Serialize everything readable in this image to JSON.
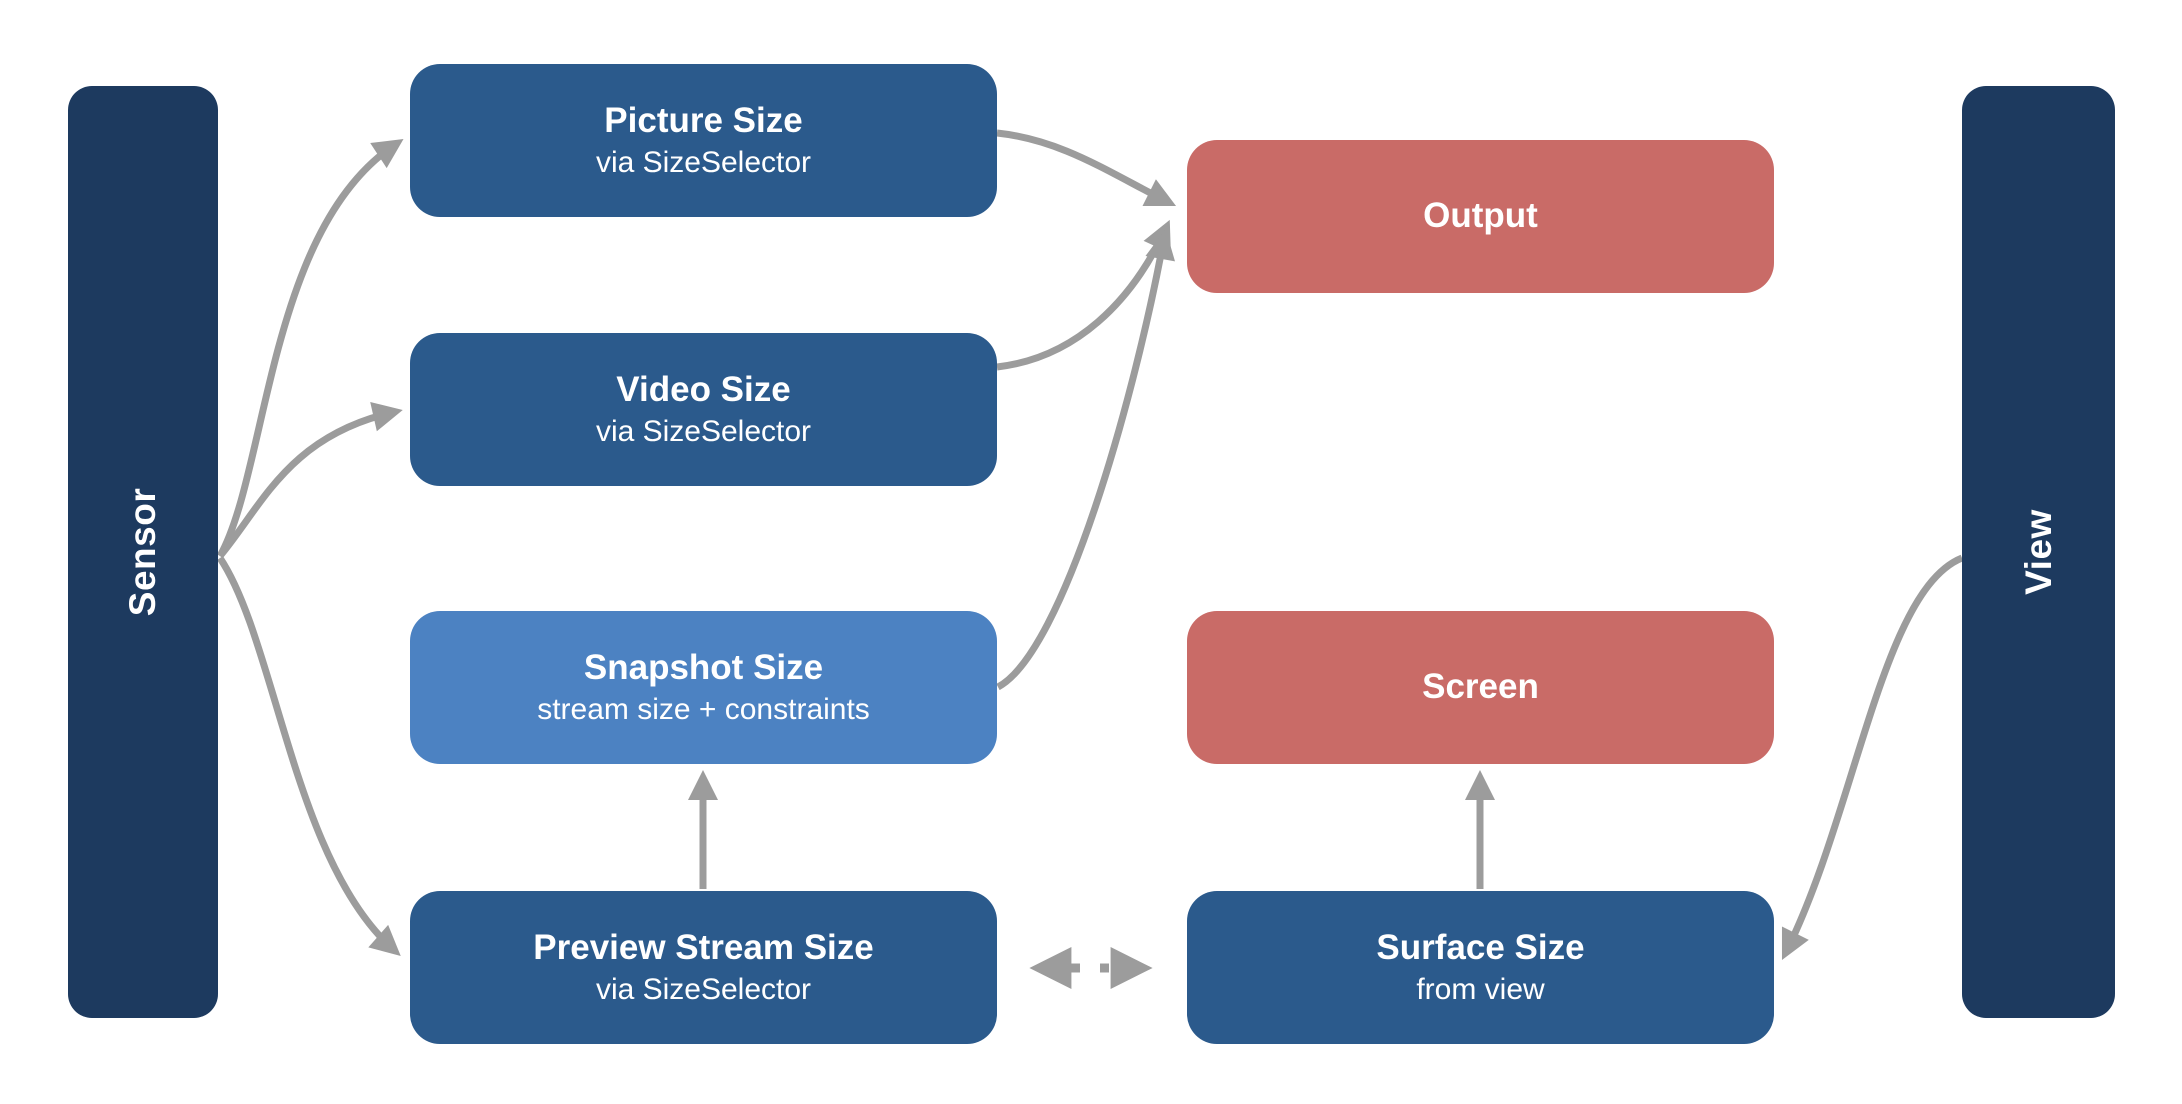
{
  "diagram": {
    "bars": {
      "sensor": {
        "label": "Sensor"
      },
      "view": {
        "label": "View"
      }
    },
    "nodes": {
      "picture_size": {
        "title": "Picture Size",
        "subtitle": "via SizeSelector"
      },
      "video_size": {
        "title": "Video Size",
        "subtitle": "via SizeSelector"
      },
      "snapshot_size": {
        "title": "Snapshot Size",
        "subtitle": "stream size + constraints"
      },
      "preview_stream_size": {
        "title": "Preview Stream Size",
        "subtitle": "via SizeSelector"
      },
      "output": {
        "title": "Output"
      },
      "screen": {
        "title": "Screen"
      },
      "surface_size": {
        "title": "Surface Size",
        "subtitle": "from view"
      }
    },
    "edges": [
      {
        "from": "sensor",
        "to": "picture_size",
        "style": "solid-curve"
      },
      {
        "from": "sensor",
        "to": "video_size",
        "style": "solid-curve"
      },
      {
        "from": "sensor",
        "to": "preview_stream_size",
        "style": "solid-curve"
      },
      {
        "from": "picture_size",
        "to": "output",
        "style": "solid-curve"
      },
      {
        "from": "video_size",
        "to": "output",
        "style": "solid-curve"
      },
      {
        "from": "snapshot_size",
        "to": "output",
        "style": "solid-curve"
      },
      {
        "from": "preview_stream_size",
        "to": "snapshot_size",
        "style": "solid-straight"
      },
      {
        "from": "surface_size",
        "to": "screen",
        "style": "solid-straight"
      },
      {
        "from": "preview_stream_size",
        "to": "surface_size",
        "style": "dotted-bidirectional"
      },
      {
        "from": "view",
        "to": "surface_size",
        "style": "solid-curve"
      }
    ],
    "colors": {
      "bar_navy": "#1d3a5f",
      "node_blue": "#2b5a8c",
      "node_light_blue": "#4c82c2",
      "node_red": "#c96b67",
      "arrow_gray": "#9c9c9c",
      "text_white": "#ffffff",
      "background": "#ffffff"
    }
  }
}
